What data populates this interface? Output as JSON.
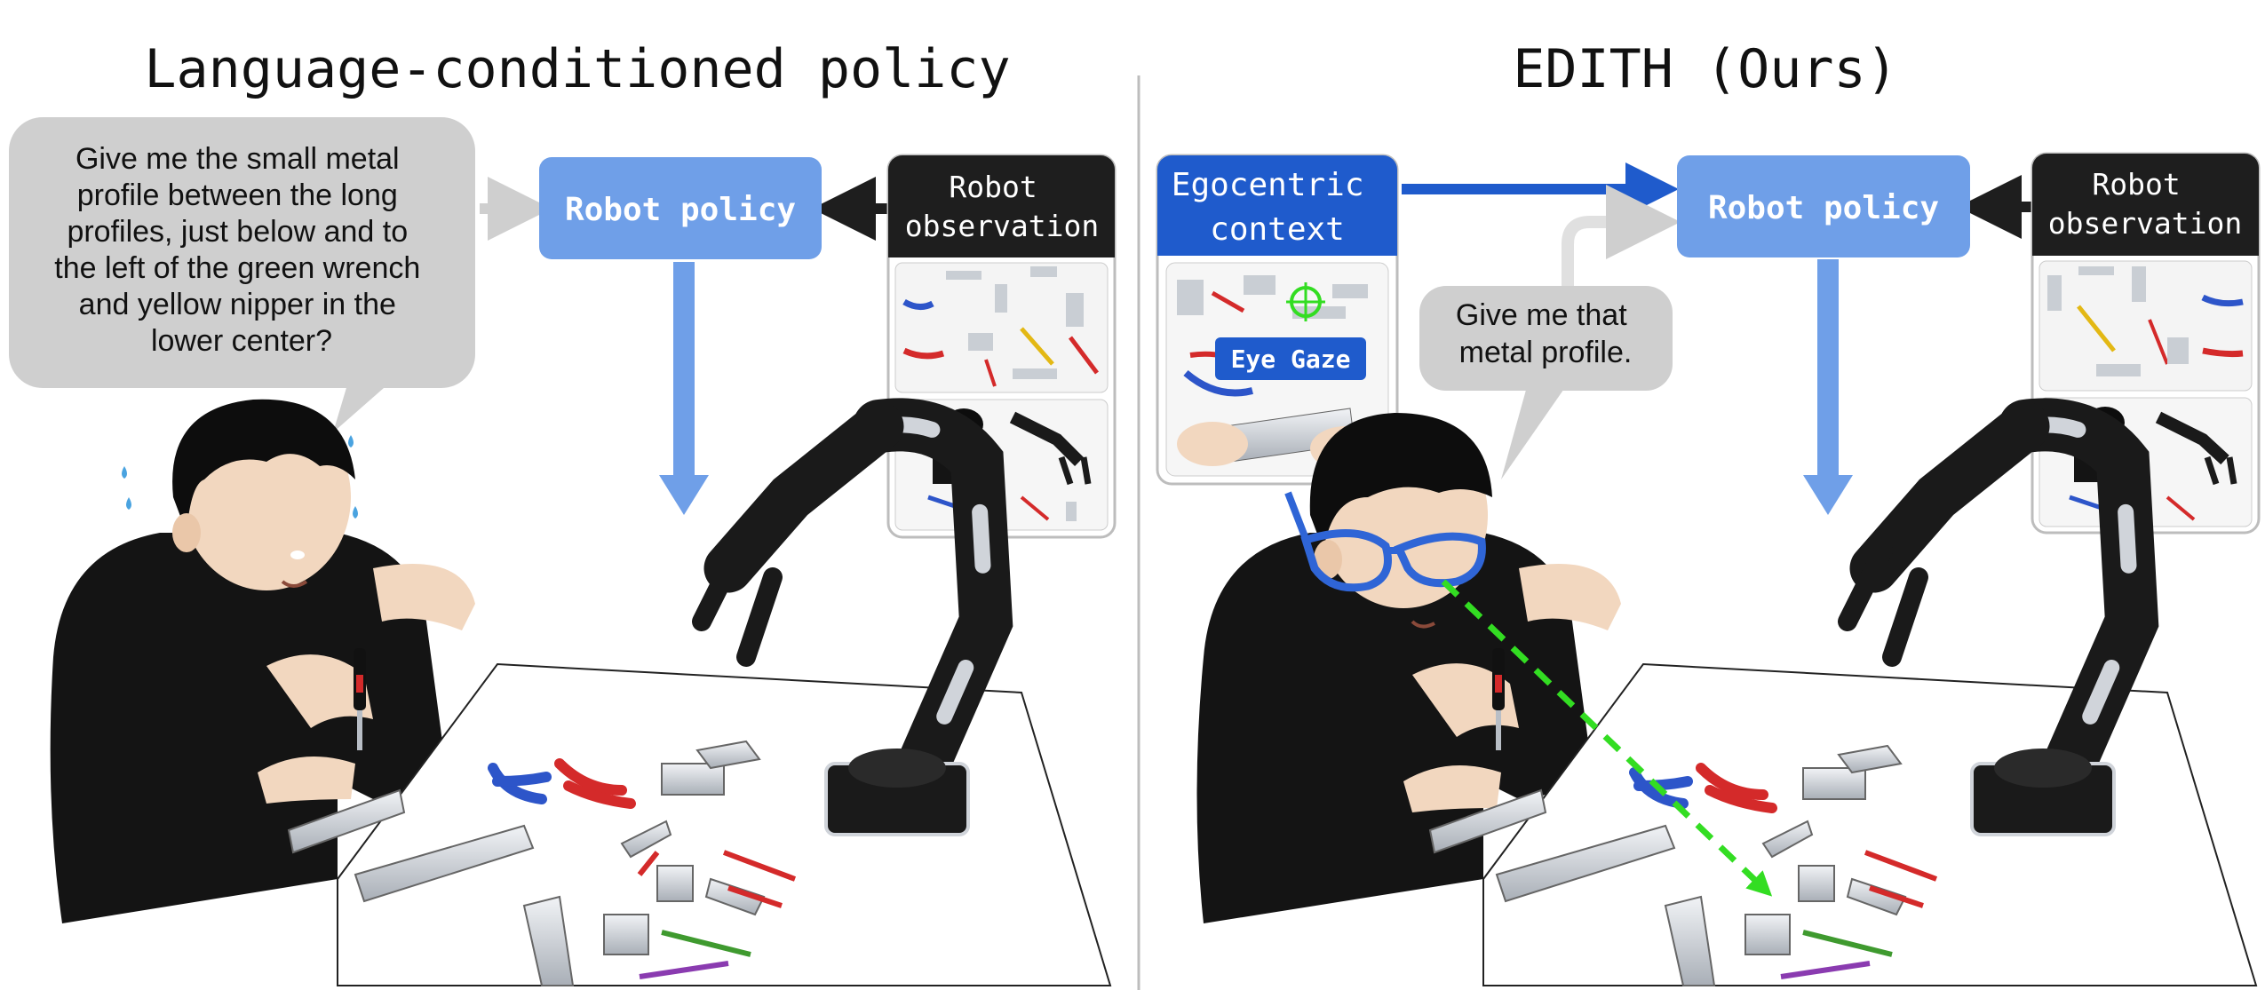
{
  "left_panel": {
    "title": "Language-conditioned policy",
    "speech_lines": [
      "Give me the small metal",
      "profile between the long",
      "profiles, just below and to",
      "the left of the green wrench",
      "and yellow nipper in the",
      "lower center?"
    ],
    "policy_label": "Robot policy",
    "observation_lines": [
      "Robot",
      "observation"
    ]
  },
  "right_panel": {
    "title": "EDITH (Ours)",
    "context_lines": [
      "Egocentric",
      "context"
    ],
    "gaze_label": "Eye Gaze",
    "speech_lines": [
      "Give me that",
      "metal profile."
    ],
    "policy_label": "Robot policy",
    "observation_lines": [
      "Robot",
      "observation"
    ]
  },
  "colors": {
    "policy_box": "#6f9fe8",
    "policy_arrow": "#6f9fe8",
    "observation_header": "#1e1e1e",
    "speech_bubble": "#cfcfcf",
    "context_box": "#1f5bcc",
    "context_arrow": "#1f5bcc",
    "gaze_line": "#33dd22",
    "glasses": "#2f65d6",
    "divider": "#bdbdbd",
    "shirt": "#141414",
    "hair": "#0d0d0d",
    "skin": "#f2d7bf",
    "metal": "#c9ced4",
    "blue_tool": "#2d55c9",
    "red_tool": "#d42a2a"
  }
}
